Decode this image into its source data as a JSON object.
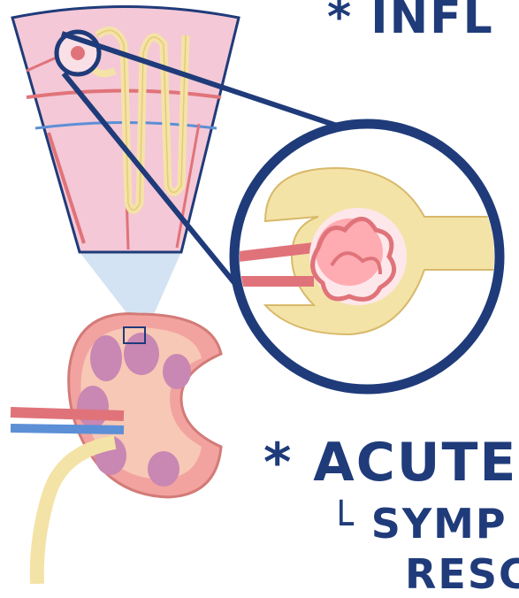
{
  "labels": {
    "top": "* INFL",
    "acute": "* ACUTE",
    "symptom": "└ SYMP",
    "resolve": "RESC"
  },
  "colors": {
    "ink": "#1f3b7a",
    "tissue_pink": "#f4c8d6",
    "vessel_red": "#e0737a",
    "tubule_yellow": "#f4e3a7",
    "kidney_outer": "#f2a3a0",
    "medulla_purple": "#c987b3",
    "vein_blue": "#5c8fd6",
    "highlight_red": "#ff3b4a",
    "cone_blue": "#c9dcf0"
  },
  "icons": [
    "kidney-illustration",
    "glomerulus-magnified",
    "nephron-section"
  ]
}
